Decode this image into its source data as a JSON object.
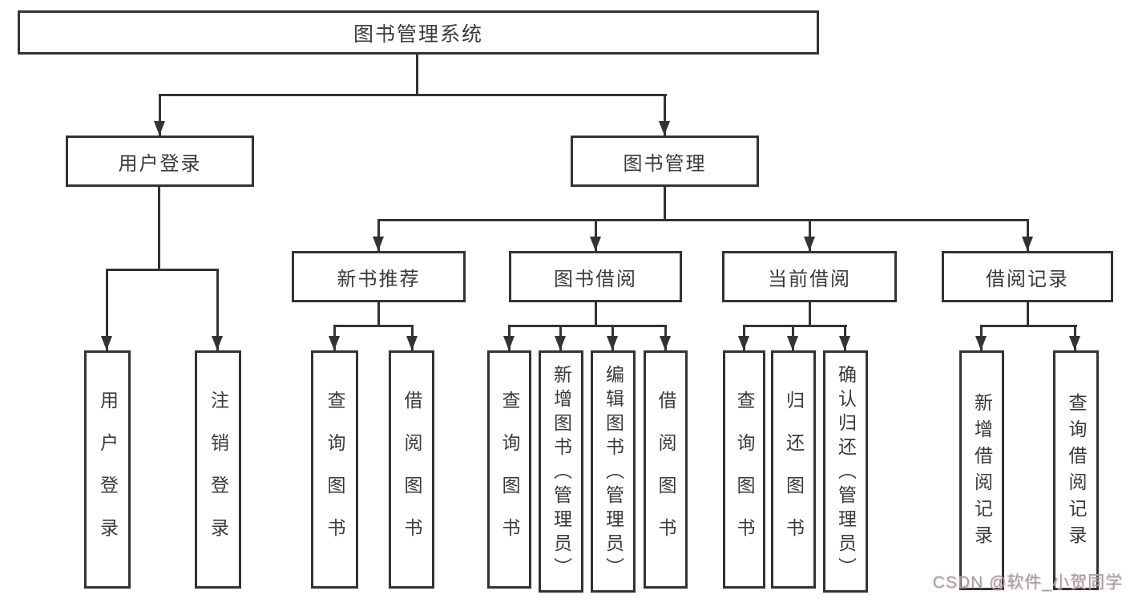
{
  "tree": {
    "root": {
      "label": "图书管理系统"
    },
    "branches": [
      {
        "label": "用户登录",
        "children": [
          {
            "label": "用户登录"
          },
          {
            "label": "注销登录"
          }
        ]
      },
      {
        "label": "图书管理",
        "children": [
          {
            "label": "新书推荐",
            "children": [
              {
                "label": "查询图书"
              },
              {
                "label": "借阅图书"
              }
            ]
          },
          {
            "label": "图书借阅",
            "children": [
              {
                "label": "查询图书"
              },
              {
                "label": "新增图书（管理员）"
              },
              {
                "label": "编辑图书（管理员）"
              },
              {
                "label": "借阅图书"
              }
            ]
          },
          {
            "label": "当前借阅",
            "children": [
              {
                "label": "查询图书"
              },
              {
                "label": "归还图书"
              },
              {
                "label": "确认归还（管理员）"
              }
            ]
          },
          {
            "label": "借阅记录",
            "children": [
              {
                "label": "新增借阅记录"
              },
              {
                "label": "查询借阅记录"
              }
            ]
          }
        ]
      }
    ]
  },
  "watermark": {
    "text": "CSDN @软件_小贺同学"
  },
  "colors": {
    "line": "#333333",
    "box_background": "#ffffff",
    "text": "#3a3a3a",
    "watermark": "#a0a0a8"
  }
}
